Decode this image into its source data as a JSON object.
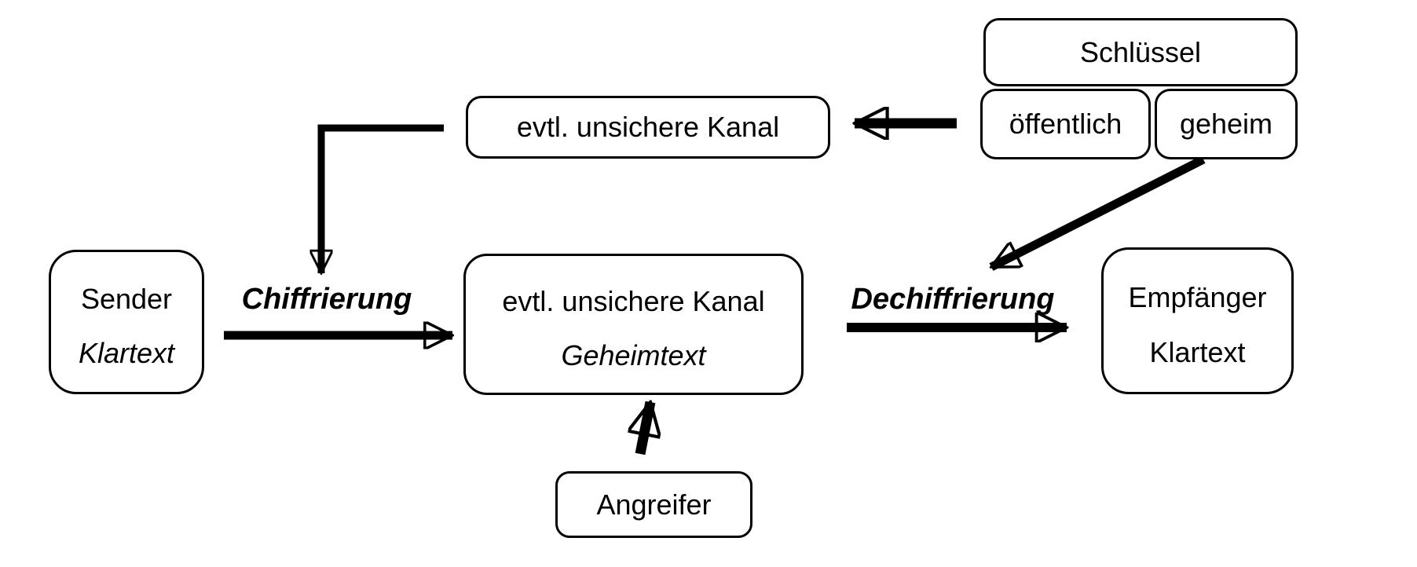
{
  "diagram": {
    "background": "#ffffff",
    "stroke_color": "#000000",
    "fill_color": "#ffffff",
    "nodes": {
      "sender": {
        "title": "Sender",
        "subtitle": "Klartext"
      },
      "top_channel": {
        "label": "evtl. unsichere Kanal"
      },
      "schluessel": {
        "label": "Schlüssel"
      },
      "oeffentlich": {
        "label": "öffentlich"
      },
      "geheim": {
        "label": "geheim"
      },
      "middle_channel": {
        "title": "evtl. unsichere Kanal",
        "subtitle": "Geheimtext"
      },
      "empfaenger": {
        "title": "Empfänger",
        "subtitle": "Klartext"
      },
      "angreifer": {
        "label": "Angreifer"
      }
    },
    "edge_labels": {
      "chiffrierung": "Chiffrierung",
      "dechiffrierung": "Dechiffrierung"
    }
  }
}
